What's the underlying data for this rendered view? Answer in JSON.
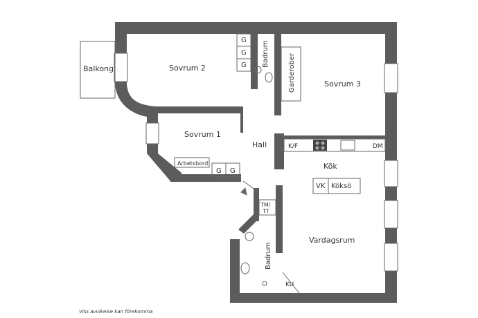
{
  "rooms": {
    "balkong": "Balkong",
    "sovrum2": "Sovrum 2",
    "sovrum3": "Sovrum 3",
    "sovrum1": "Sovrum 1",
    "hall": "Hall",
    "kok": "Kök",
    "vardagsrum": "Vardagsrum",
    "badrum_top": "Badrum",
    "badrum_bottom": "Badrum",
    "garderober": "Garderober"
  },
  "fixtures": {
    "g": "G",
    "arbetsbord": "Arbetsbord",
    "kf": "K/F",
    "dm": "DM",
    "vk": "VK",
    "korso": "Köksö",
    "tm": "TM/",
    "tt": "TT",
    "ku": "KU"
  },
  "footer": {
    "note": "Viss avvikelse kan förekomma"
  },
  "colors": {
    "wall": "#5c5c5c",
    "line": "#666666",
    "background": "#ffffff"
  }
}
